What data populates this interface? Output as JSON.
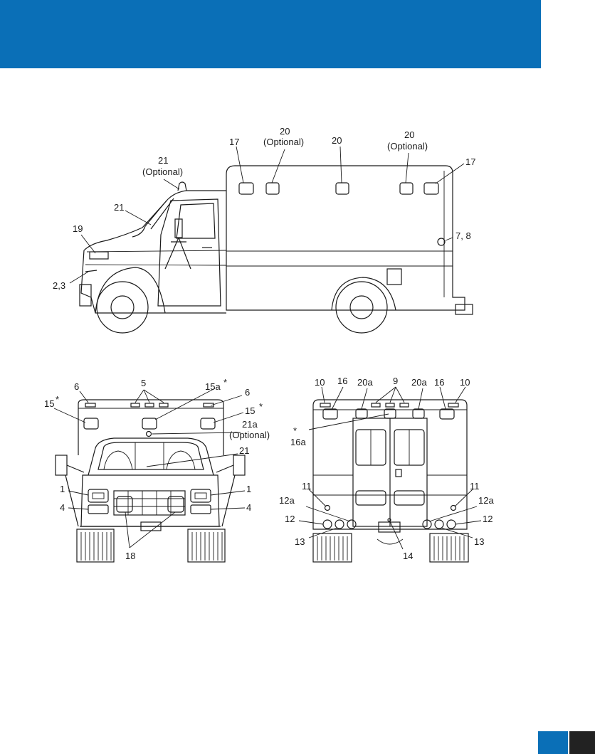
{
  "colors": {
    "header_band": "#0a6fb7",
    "corner_blue": "#0a6fb7",
    "corner_dark": "#222222"
  },
  "side_view": {
    "labels": {
      "l17a": "17",
      "l20a": "20",
      "l20a_opt": "(Optional)",
      "l20b": "20",
      "l20c": "20",
      "l20c_opt": "(Optional)",
      "l17b": "17",
      "l21top": "21",
      "l21top_opt": "(Optional)",
      "l21": "21",
      "l19": "19",
      "l78": "7, 8",
      "l23": "2,3"
    }
  },
  "front_view": {
    "labels": {
      "l6a": "6",
      "l5": "5",
      "l15a": "15a",
      "l15a_star": "*",
      "l6b": "6",
      "l15left": "15",
      "l15left_star": "*",
      "l15right": "15",
      "l15right_star": "*",
      "l21a": "21a",
      "l21a_opt": "(Optional)",
      "l21": "21",
      "l1a": "1",
      "l1b": "1",
      "l4a": "4",
      "l4b": "4",
      "l18": "18"
    }
  },
  "rear_view": {
    "labels": {
      "l10a": "10",
      "l16a": "16",
      "l20aa": "20a",
      "l9": "9",
      "l20ab": "20a",
      "l16b": "16",
      "l10b": "10",
      "l16a_star": "*",
      "l16a_name": "16a",
      "l11a": "11",
      "l11b": "11",
      "l12aa": "12a",
      "l12ab": "12a",
      "l12a": "12",
      "l12b": "12",
      "l13a": "13",
      "l13b": "13",
      "l14": "14"
    }
  }
}
